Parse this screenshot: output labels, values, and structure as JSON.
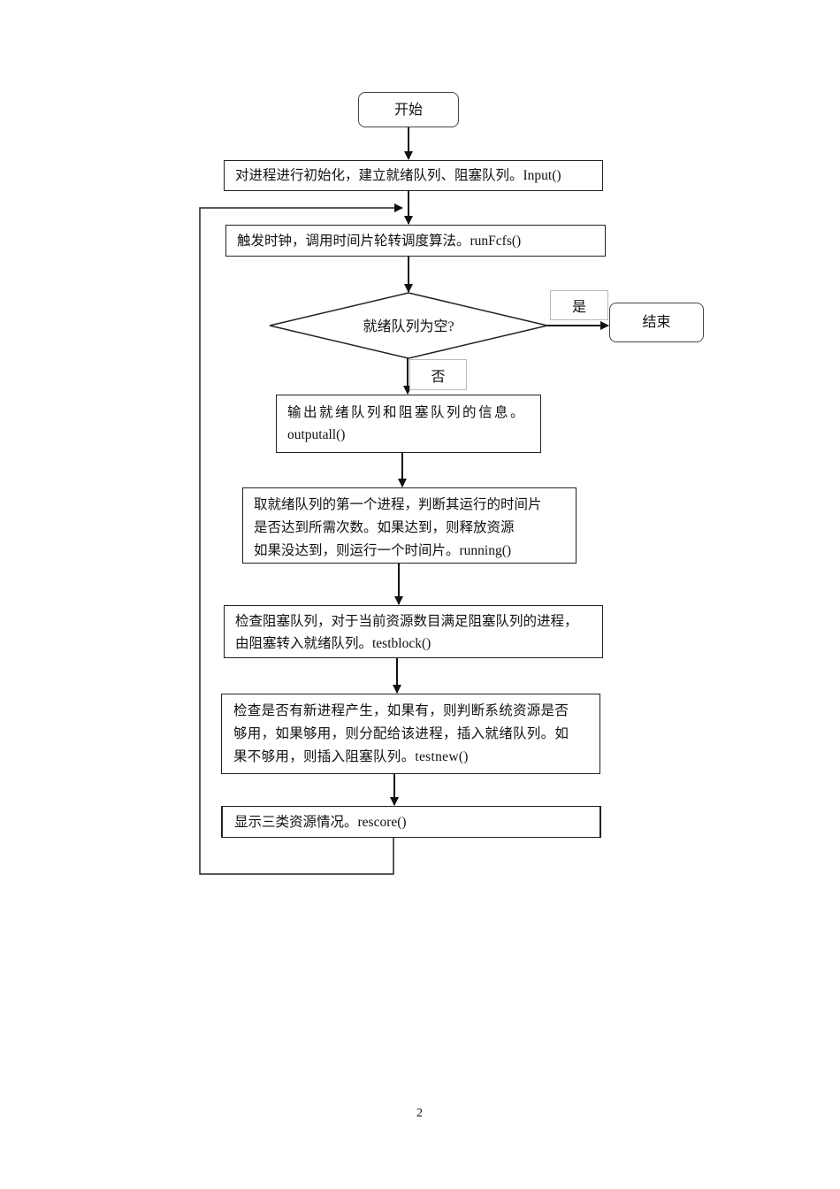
{
  "flowchart": {
    "start": "开始",
    "init": "对进程进行初始化，建立就绪队列、阻塞队列。Input()",
    "clock": "触发时钟，调用时间片轮转调度算法。runFcfs()",
    "decision": "就绪队列为空?",
    "yes_label": "是",
    "end": "结束",
    "no_label": "否",
    "output_lines": [
      "输出就绪队列和阻塞队列的信息。",
      "outputall()"
    ],
    "running_lines": [
      "取就绪队列的第一个进程，判断其运行的时间片",
      "是否达到所需次数。如果达到，则释放资源",
      "如果没达到，则运行一个时间片。running()"
    ],
    "testblock_lines": [
      "检查阻塞队列，对于当前资源数目满足阻塞队列的进程，",
      "由阻塞转入就绪队列。testblock()"
    ],
    "testnew_lines": [
      "检查是否有新进程产生，如果有，则判断系统资源是否",
      "够用，如果够用，则分配给该进程，插入就绪队列。如",
      "果不够用，则插入阻塞队列。testnew()"
    ],
    "rescore": "显示三类资源情况。rescore()"
  },
  "page_number": "2"
}
